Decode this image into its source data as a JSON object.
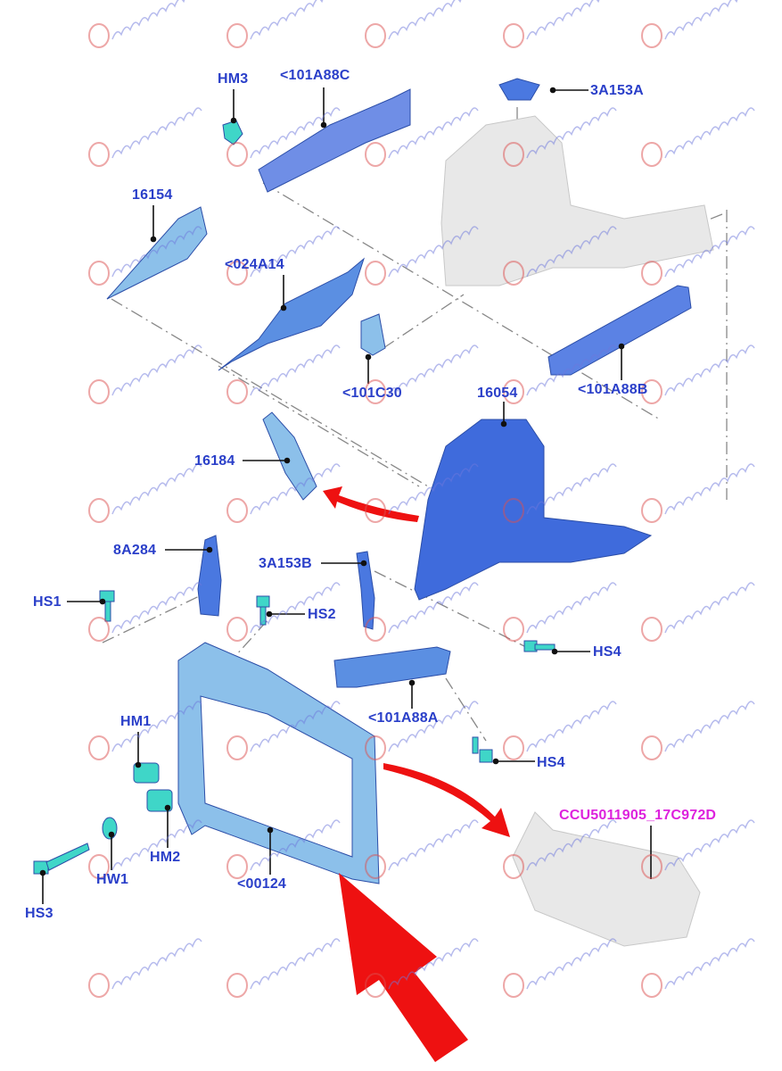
{
  "watermark": "georgakopoulos",
  "colors": {
    "label": "#2a3fc9",
    "reference_label": "#dd22dd",
    "part_blue": "#4a78e0",
    "part_light": "#8cc0ea",
    "part_teal": "#3fd6c8",
    "ghost": "#e6e6e6",
    "arrow": "#ee1111"
  },
  "labels": {
    "hm3": "HM3",
    "p101a88c": "<101A88C",
    "p3a153a": "3A153A",
    "p16154": "16154",
    "p024a14": "<024A14",
    "p101c30": "<101C30",
    "p101a88b": "<101A88B",
    "p16054": "16054",
    "p16184": "16184",
    "p8a284": "8A284",
    "p3a153b": "3A153B",
    "hs1": "HS1",
    "hs2": "HS2",
    "hs4_upper": "HS4",
    "p101a88a": "<101A88A",
    "hs4_lower": "HS4",
    "hm1": "HM1",
    "hm2": "HM2",
    "hw1": "HW1",
    "hs3": "HS3",
    "p00124": "<00124",
    "ccu": "CCU5011905_17C972D"
  }
}
